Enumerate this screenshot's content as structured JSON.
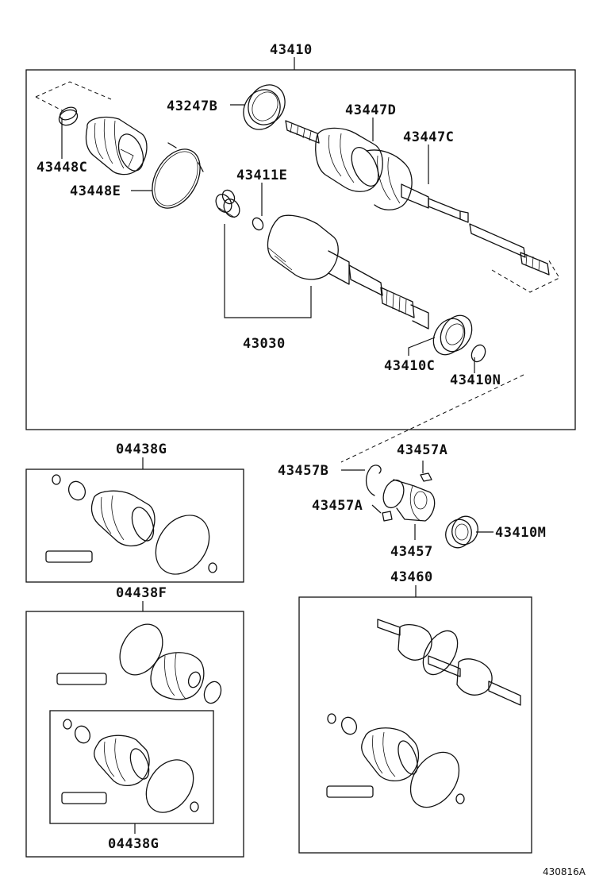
{
  "labels": {
    "p43410": "43410",
    "p43247B": "43247B",
    "p43447D": "43447D",
    "p43447C": "43447C",
    "p43448C": "43448C",
    "p43448E": "43448E",
    "p43411E": "43411E",
    "p43030": "43030",
    "p43410C": "43410C",
    "p43410N": "43410N",
    "p04438G_top": "04438G",
    "p43457B": "43457B",
    "p43457A_top": "43457A",
    "p43457A_bot": "43457A",
    "p43457": "43457",
    "p43410M": "43410M",
    "p04438F": "04438F",
    "p43460": "43460",
    "p04438G_bot": "04438G"
  },
  "figure_ref": "430816A",
  "icons": {
    "axle_assembly": "drive-shaft-icon",
    "boot": "cv-boot-icon",
    "clamp": "boot-clamp-icon",
    "bearing": "bearing-icon",
    "grease_tube": "grease-tube-icon",
    "snap_ring": "snap-ring-icon"
  }
}
